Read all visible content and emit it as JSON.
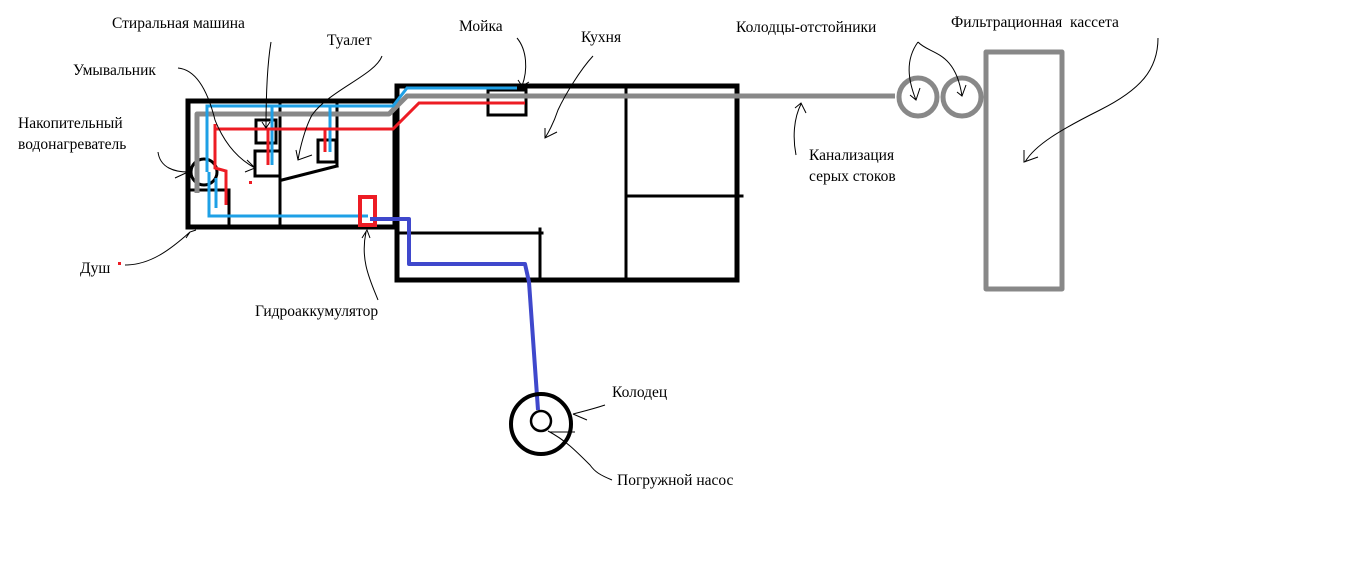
{
  "diagram": {
    "title": "Схема водоснабжения и канализации",
    "labels": {
      "washing_machine": "Стиральная машина",
      "toilet": "Туалет",
      "washbasin": "Умывальник",
      "water_heater_line1": "Накопительный",
      "water_heater_line2": "водонагреватель",
      "shower": "Душ",
      "hydro_accumulator": "Гидроаккумулятор",
      "sink": "Мойка",
      "kitchen": "Кухня",
      "settling_wells": "Колодцы-отстойники",
      "filter_cassette": "Фильтрационная  кассета",
      "graywater_line1": "Канализация",
      "graywater_line2": "серых стоков",
      "well": "Колодец",
      "submersible_pump": "Погружной насос"
    },
    "colors": {
      "cold_water": "#1ea0e6",
      "hot_water": "#ed1c24",
      "sewage": "#888888",
      "supply": "#3f48cc",
      "walls": "#000000"
    }
  }
}
